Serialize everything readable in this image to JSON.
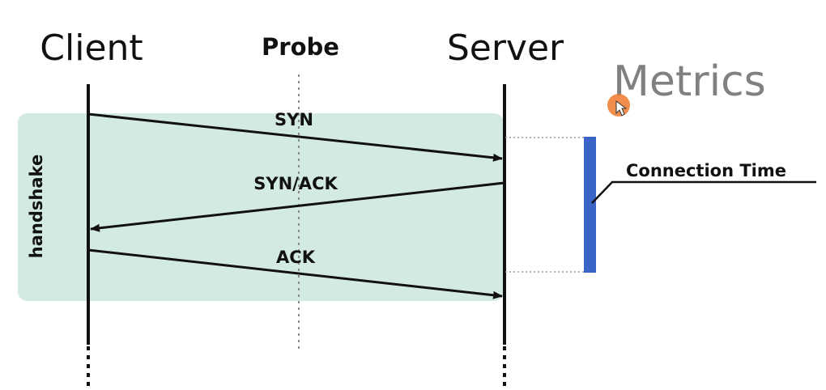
{
  "lanes": {
    "client": "Client",
    "probe": "Probe",
    "server": "Server"
  },
  "phase": {
    "label": "handshake"
  },
  "messages": [
    {
      "label": "SYN",
      "from": "client",
      "to": "server"
    },
    {
      "label": "SYN/ACK",
      "from": "server",
      "to": "client"
    },
    {
      "label": "ACK",
      "from": "client",
      "to": "server"
    }
  ],
  "metrics": {
    "title": "Metrics",
    "items": [
      {
        "label": "Connection Time",
        "color": "#3a64c8"
      }
    ]
  },
  "colors": {
    "phase_fill": "#d2eae3",
    "line": "#111111",
    "cursor": "#ee7a2f"
  }
}
